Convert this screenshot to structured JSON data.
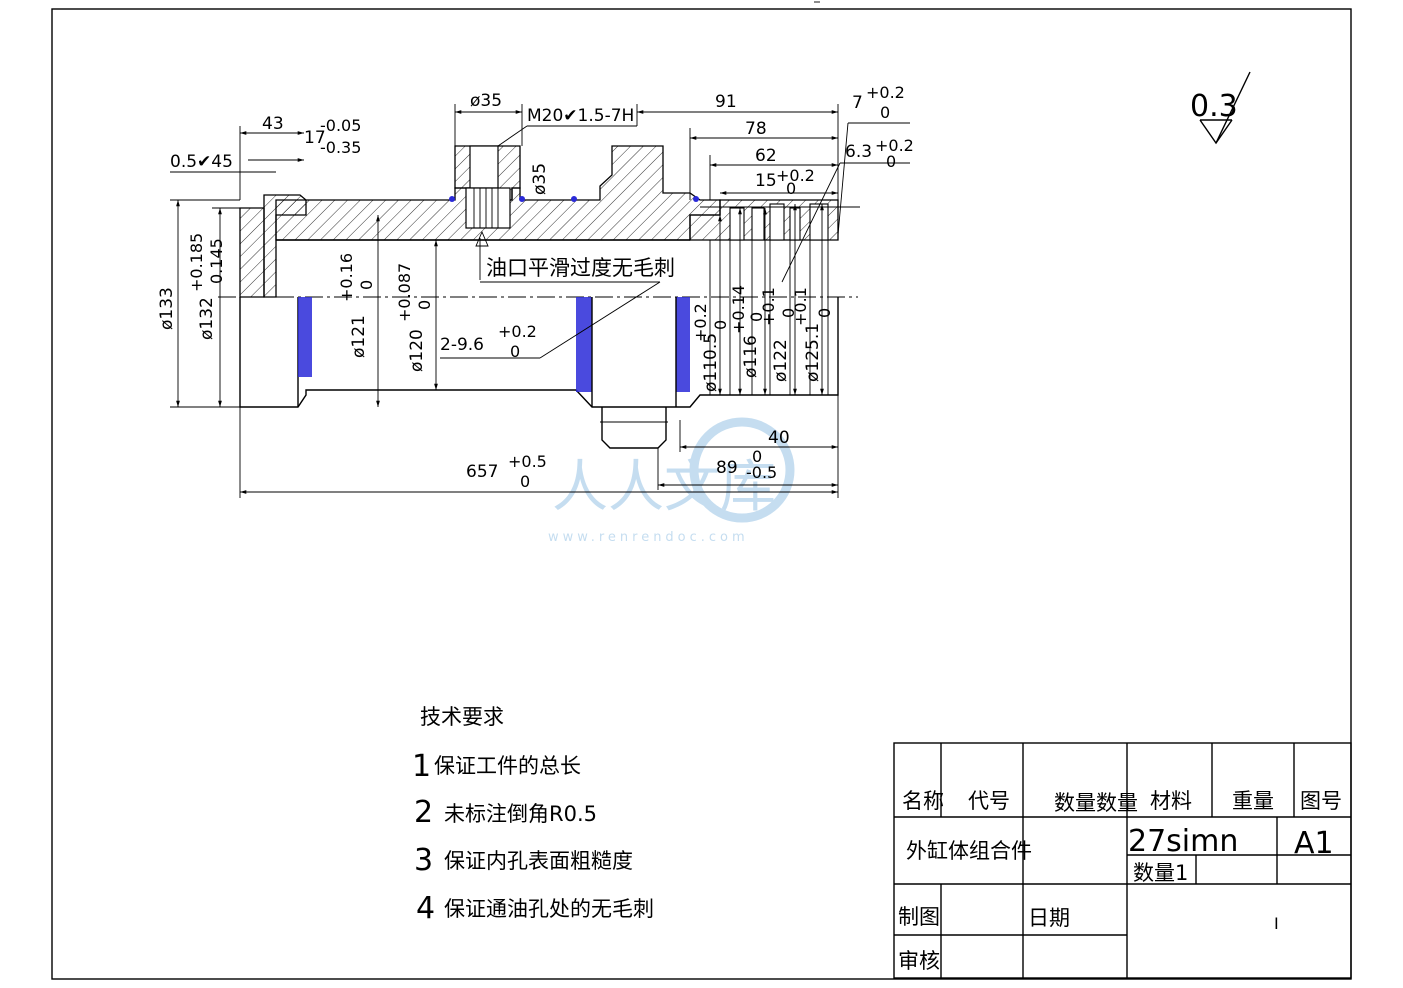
{
  "dimensions": {
    "d1": "43",
    "d2": "17",
    "d2_tol_upper": "-0.05",
    "d2_tol_lower": "-0.35",
    "d3": "0.5✔45",
    "d4": "ø35",
    "d5": "M20✔1.5-7H",
    "d6": "ø35",
    "d7": "91",
    "d8": "78",
    "d9": "62",
    "d10": "15",
    "d10_tol_upper": "+0.2",
    "d10_tol_lower": "0",
    "d11": "7",
    "d11_tol_upper": "+0.2",
    "d11_tol_lower": "0",
    "d12": "6.3",
    "d12_tol_upper": "+0.2",
    "d12_tol_lower": "0",
    "d13": "ø133",
    "d14": "ø132",
    "d14_tol_upper": "+0.185",
    "d14_tol_lower": "0.145",
    "d15": "ø121",
    "d15_tol_upper": "+0.16",
    "d15_tol_lower": "0",
    "d16": "ø120",
    "d16_tol_upper": "+0.087",
    "d16_tol_lower": "0",
    "d17": "2-9.6",
    "d17_tol_upper": "+0.2",
    "d17_tol_lower": "0",
    "d18": "ø110.5",
    "d18_tol_upper": "+0.2",
    "d18_tol_lower": "0",
    "d19": "ø116",
    "d19_tol_upper": "+0.14",
    "d19_tol_lower": "0",
    "d20": "ø122",
    "d20_tol_upper": "+0.1",
    "d20_tol_lower": "0",
    "d21": "ø125.1",
    "d21_tol_upper": "+0.1",
    "d21_tol_lower": "0",
    "d22": "40",
    "d23": "89",
    "d23_tol_upper": "0",
    "d23_tol_lower": "-0.5",
    "d24": "657",
    "d24_tol_upper": "+0.5",
    "d24_tol_lower": "0",
    "oil_note": "油口平滑过度无毛刺",
    "roughness": "0.3"
  },
  "tech_requirements": {
    "title": "技术要求",
    "items": [
      {
        "num": "1",
        "text": "保证工件的总长"
      },
      {
        "num": "2",
        "text": "未标注倒角R0.5"
      },
      {
        "num": "3",
        "text": "保证内孔表面粗糙度"
      },
      {
        "num": "4",
        "text": "保证通油孔处的无毛刺"
      }
    ]
  },
  "title_block": {
    "h_name": "名称",
    "h_code": "代号",
    "h_qty": "数量数量",
    "h_material": "材料",
    "h_weight": "重量",
    "h_drawing_no": "图号",
    "part_name": "外缸体组合件",
    "material": "27simn",
    "drawing_no": "A1",
    "quantity": "数量1",
    "drawn_by": "制图",
    "date": "日期",
    "checked_by": "审核",
    "mark": "I"
  },
  "watermark": {
    "text": "人人文库",
    "url": "www.renrendoc.com"
  }
}
